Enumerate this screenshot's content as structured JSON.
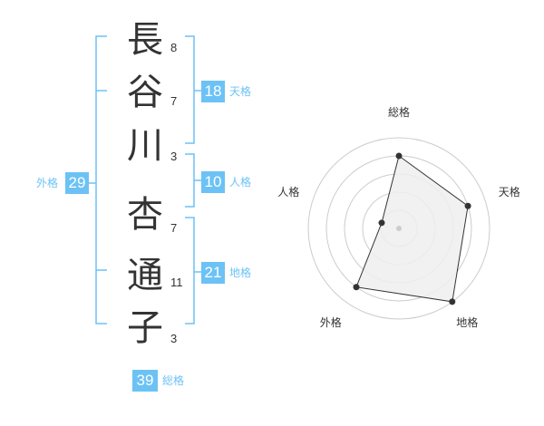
{
  "name": {
    "characters": [
      {
        "char": "長",
        "strokes": "8"
      },
      {
        "char": "谷",
        "strokes": "7"
      },
      {
        "char": "川",
        "strokes": "3"
      },
      {
        "char": "杏",
        "strokes": "7"
      },
      {
        "char": "通",
        "strokes": "11"
      },
      {
        "char": "子",
        "strokes": "3"
      }
    ]
  },
  "fortunes": {
    "tenkaku": {
      "value": "18",
      "label": "天格"
    },
    "jinkaku": {
      "value": "10",
      "label": "人格"
    },
    "chikaku": {
      "value": "21",
      "label": "地格"
    },
    "gaikaku": {
      "value": "29",
      "label": "外格"
    },
    "soukaku": {
      "value": "39",
      "label": "総格"
    }
  },
  "colors": {
    "accent": "#6cc2f5",
    "text": "#333333",
    "grid": "#cccccc",
    "fill": "#eeeeee"
  },
  "chart_data": {
    "type": "radar",
    "axes": [
      "総格",
      "天格",
      "地格",
      "外格",
      "人格"
    ],
    "values": [
      4,
      4,
      5,
      4,
      1
    ],
    "max": 5,
    "rings": 5
  }
}
